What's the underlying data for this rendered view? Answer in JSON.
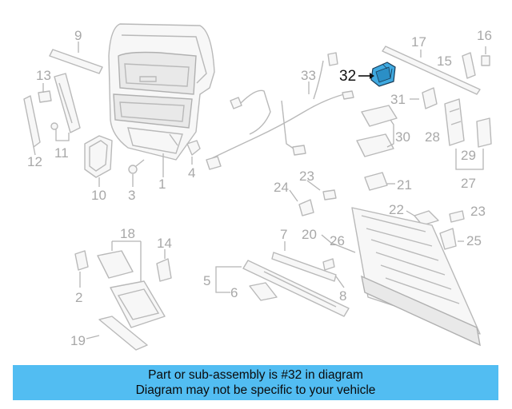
{
  "callouts": {
    "c1": "1",
    "c2": "2",
    "c3": "3",
    "c4": "4",
    "c5": "5",
    "c6": "6",
    "c7": "7",
    "c8": "8",
    "c9": "9",
    "c10": "10",
    "c11": "11",
    "c12": "12",
    "c13": "13",
    "c14": "14",
    "c15": "15",
    "c16": "16",
    "c17": "17",
    "c18": "18",
    "c19": "19",
    "c20": "20",
    "c21": "21",
    "c22": "22",
    "c23a": "23",
    "c23b": "23",
    "c24": "24",
    "c25": "25",
    "c26": "26",
    "c27": "27",
    "c28": "28",
    "c29": "29",
    "c30": "30",
    "c31": "31",
    "c32": "32",
    "c33": "33"
  },
  "highlight": {
    "part_number": "32",
    "color": "#3fa9e0"
  },
  "banner": {
    "line1": "Part or sub-assembly is #32 in diagram",
    "line2": "Diagram may not be specific to your vehicle",
    "background": "#52bdf2"
  }
}
